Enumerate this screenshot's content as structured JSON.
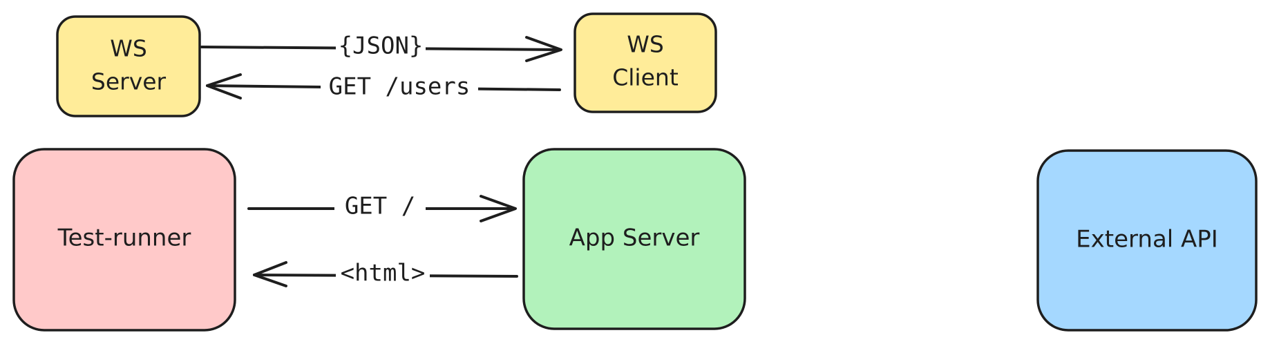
{
  "colors": {
    "ws_fill": "#ffec99",
    "test_runner_fill": "#ffc9c9",
    "app_server_fill": "#b2f2bb",
    "external_api_fill": "#a5d8ff",
    "stroke": "#1e1e1e",
    "background": "#ffffff"
  },
  "nodes": {
    "ws_server": {
      "line1": "WS",
      "line2": "Server"
    },
    "ws_client": {
      "line1": "WS",
      "line2": "Client"
    },
    "test_runner": {
      "label": "Test-runner"
    },
    "app_server": {
      "label": "App Server"
    },
    "external_api": {
      "label": "External API"
    }
  },
  "edges": {
    "json": {
      "label": "{JSON}",
      "from": "ws_server",
      "to": "ws_client"
    },
    "get_users": {
      "label": "GET /users",
      "from": "ws_client",
      "to": "ws_server"
    },
    "get_root": {
      "label": "GET /",
      "from": "test_runner",
      "to": "app_server"
    },
    "html": {
      "label": "<html>",
      "from": "app_server",
      "to": "test_runner"
    }
  }
}
